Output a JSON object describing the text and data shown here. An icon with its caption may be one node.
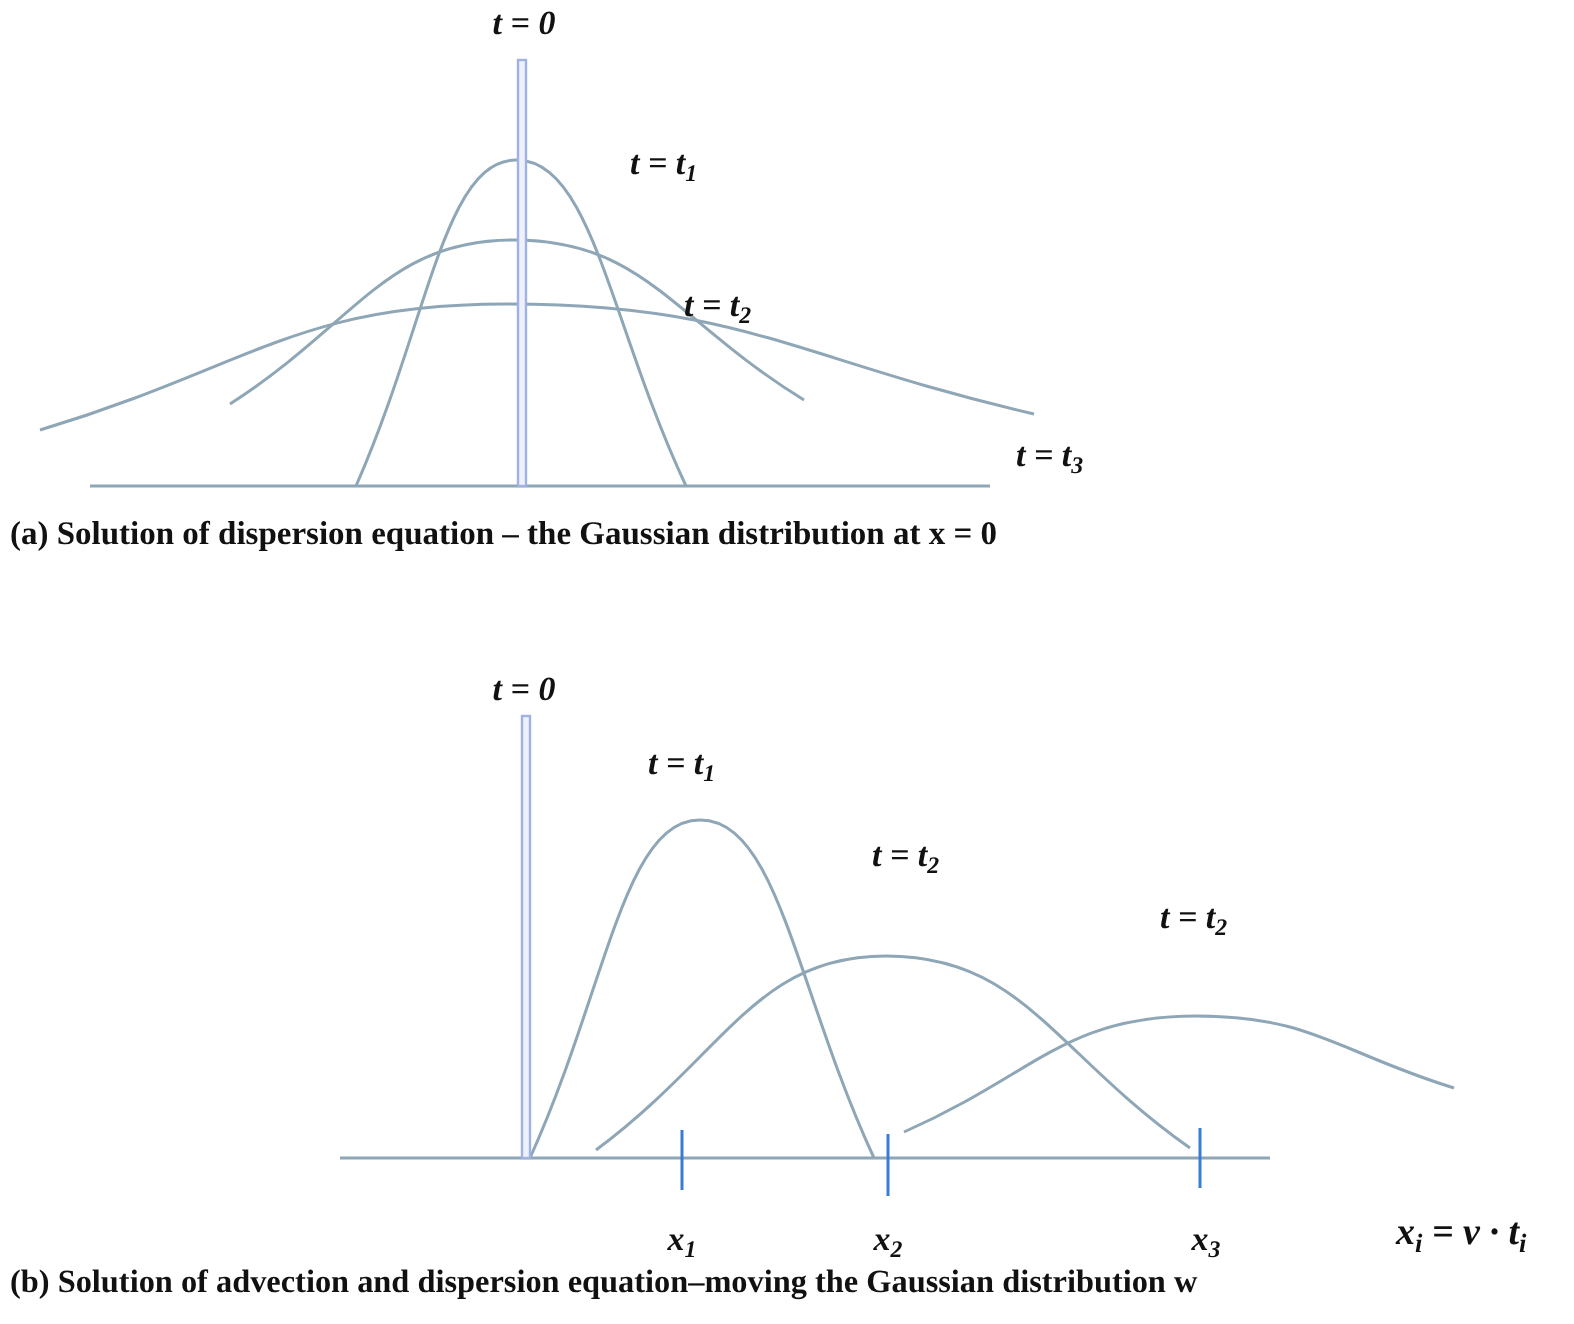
{
  "diagram": {
    "labels": [
      "t = 0",
      "t = t$_{1}$",
      "t = t$_{2}$",
      "t = t$_{3}$",
      "(a) Solution of dispersion equation – the Gaussian distribution at x = 0",
      "t = 0",
      "t = t$_{1}$",
      "t = t$_{2}$",
      "t = t$_{2}$",
      "x$_{1}$",
      "x$_{2}$",
      "x$_{3}$",
      "x$_{i}$ = v · t$_{i}$",
      "(b) Solution of advection and dispersion equation–moving the Gaussian distribution w"
    ]
  }
}
